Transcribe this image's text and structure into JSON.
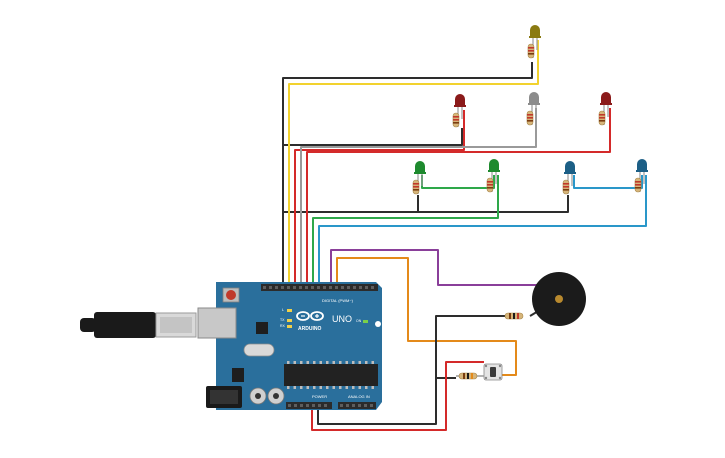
{
  "board": {
    "brand": "UNO",
    "maker": "ARDUINO",
    "digital_header": "DIGITAL (PWM~)",
    "power_header": "POWER",
    "analog_header": "ANALOG IN",
    "tx_label": "TX",
    "rx_label": "RX",
    "l_label": "L",
    "on_label": "ON",
    "colors": {
      "pcb": "#2a6f9c",
      "header": "#2b2b2b",
      "chip": "#222222",
      "usb_metal": "#c8c8c8",
      "jack": "#1a1a1a",
      "reset": "#c0392b"
    }
  },
  "components": {
    "leds": [
      {
        "name": "led-yellow",
        "color": "#8a7a12"
      },
      {
        "name": "led-red-1",
        "color": "#8b1a1a"
      },
      {
        "name": "led-grey",
        "color": "#8c8c8c"
      },
      {
        "name": "led-red-2",
        "color": "#8b1a1a"
      },
      {
        "name": "led-green-1",
        "color": "#1e8a2e"
      },
      {
        "name": "led-green-2",
        "color": "#1e8a2e"
      },
      {
        "name": "led-blue-1",
        "color": "#1c5f86"
      },
      {
        "name": "led-blue-2",
        "color": "#1c5f86"
      }
    ],
    "buzzer": {
      "name": "piezo-buzzer",
      "body": "#1b1b1b",
      "center": "#b8892e"
    },
    "button": {
      "name": "push-button"
    }
  },
  "wires": {
    "black": "#2d2d2d",
    "yellow": "#f2d22e",
    "red": "#d42a2a",
    "grey": "#9a9a9a",
    "green": "#2ea84a",
    "blue": "#2a97c9",
    "purple": "#8a3f9a",
    "orange": "#e48a1a"
  },
  "cable": {
    "color": "#1a1a1a"
  }
}
